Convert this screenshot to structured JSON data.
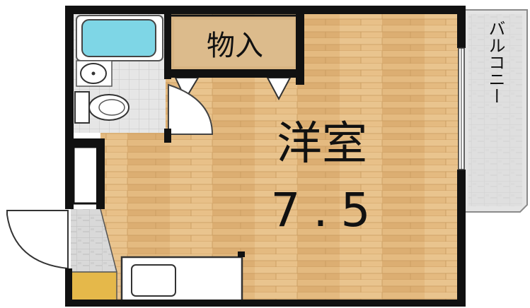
{
  "rooms": {
    "western_room": {
      "label": "洋室",
      "size": "7.5"
    },
    "storage": {
      "label": "物入"
    },
    "balcony": {
      "label": "バルコニー"
    }
  },
  "colors": {
    "wall": "#111111",
    "floor_wood": "#e3b77c",
    "floor_wood_dark": "#c99a5d",
    "storage_wood": "#d8b482",
    "bathtub": "#7ed6e6",
    "tile": "#dcdcdc",
    "balcony": "#e4e4e4",
    "entrance_floor": "#e5b84a"
  },
  "icons": {
    "bathtub": "bathtub-icon",
    "washbasin": "washbasin-icon",
    "toilet": "toilet-icon",
    "kitchen_sink": "kitchen-sink-icon"
  }
}
